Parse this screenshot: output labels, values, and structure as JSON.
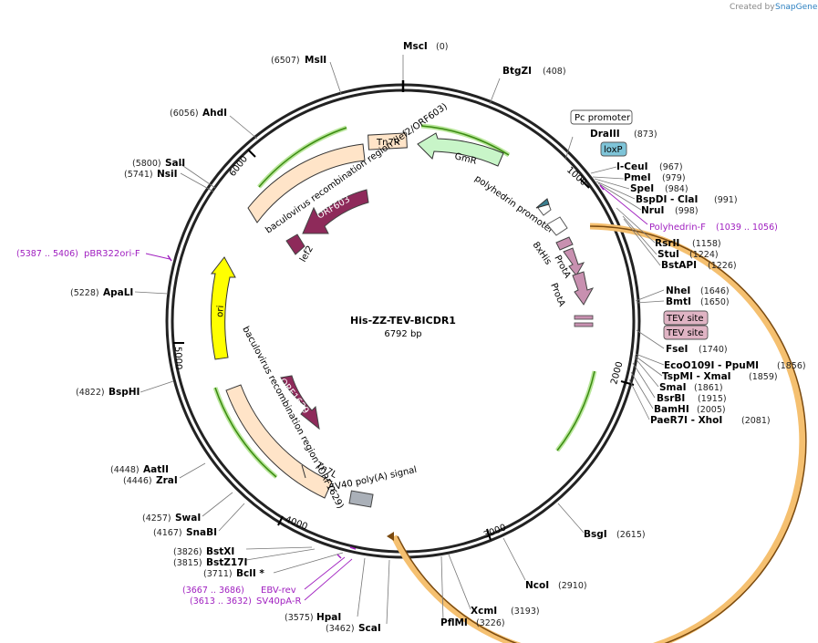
{
  "credit": {
    "text": "Created by",
    "brand": "SnapGene"
  },
  "plasmid": {
    "name": "His-ZZ-TEV-BICDR1",
    "size_label": "6792 bp",
    "length": 6792
  },
  "tick_labels": [
    "1000",
    "2000",
    "3000",
    "4000",
    "5000",
    "6000"
  ],
  "enzymes": [
    {
      "name": "MscI",
      "pos": "(0)"
    },
    {
      "name": "BtgZI",
      "pos": "(408)"
    },
    {
      "name": "DraIII",
      "pos": "(873)"
    },
    {
      "name": "I-CeuI",
      "pos": "(967)"
    },
    {
      "name": "PmeI",
      "pos": "(979)"
    },
    {
      "name": "SpeI",
      "pos": "(984)"
    },
    {
      "name": "BspDI - ClaI",
      "pos": "(991)"
    },
    {
      "name": "NruI",
      "pos": "(998)"
    },
    {
      "name": "RsrII",
      "pos": "(1158)"
    },
    {
      "name": "StuI",
      "pos": "(1224)"
    },
    {
      "name": "BstAPI",
      "pos": "(1226)"
    },
    {
      "name": "NheI",
      "pos": "(1646)"
    },
    {
      "name": "BmtI",
      "pos": "(1650)"
    },
    {
      "name": "FseI",
      "pos": "(1740)"
    },
    {
      "name": "EcoO109I - PpuMI",
      "pos": "(1856)"
    },
    {
      "name": "TspMI - XmaI",
      "pos": "(1859)"
    },
    {
      "name": "SmaI",
      "pos": "(1861)"
    },
    {
      "name": "BsrBI",
      "pos": "(1915)"
    },
    {
      "name": "BamHI",
      "pos": "(2005)"
    },
    {
      "name": "PaeR7I - XhoI",
      "pos": "(2081)"
    },
    {
      "name": "BsgI",
      "pos": "(2615)"
    },
    {
      "name": "NcoI",
      "pos": "(2910)"
    },
    {
      "name": "XcmI",
      "pos": "(3193)"
    },
    {
      "name": "PflMI",
      "pos": "(3226)"
    },
    {
      "name": "ScaI",
      "pos": "(3462)"
    },
    {
      "name": "HpaI",
      "pos": "(3575)"
    },
    {
      "name": "BclI *",
      "pos": "(3711)"
    },
    {
      "name": "BstZ17I",
      "pos": "(3815)"
    },
    {
      "name": "BstXI",
      "pos": "(3826)"
    },
    {
      "name": "SnaBI",
      "pos": "(4167)"
    },
    {
      "name": "SwaI",
      "pos": "(4257)"
    },
    {
      "name": "ZraI",
      "pos": "(4446)"
    },
    {
      "name": "AatII",
      "pos": "(4448)"
    },
    {
      "name": "BspHI",
      "pos": "(4822)"
    },
    {
      "name": "ApaLI",
      "pos": "(5228)"
    },
    {
      "name": "NsiI",
      "pos": "(5741)"
    },
    {
      "name": "SalI",
      "pos": "(5800)"
    },
    {
      "name": "AhdI",
      "pos": "(6056)"
    },
    {
      "name": "MslI",
      "pos": "(6507)"
    }
  ],
  "primers": [
    {
      "name": "Polyhedrin-F",
      "pos": "(1039 .. 1056)"
    },
    {
      "name": "pBR322ori-F",
      "pos": "(5387 .. 5406)"
    },
    {
      "name": "EBV-rev",
      "pos": "(3667 .. 3686)"
    },
    {
      "name": "SV40pA-R",
      "pos": "(3613 .. 3632)"
    }
  ],
  "boxed_labels": {
    "pc_promoter": "Pc promoter",
    "loxp": "loxP",
    "tev1": "TEV site",
    "tev2": "TEV site"
  },
  "features": {
    "tn7r": "Tn7R",
    "gmr": "GmR",
    "bac_region_top": "baculovirus recombination region (lef2/ORF603)",
    "orf603": "ORF603",
    "lef2": "lef2",
    "polyhedrin_promoter": "polyhedrin promoter",
    "his8": "8xHis",
    "prota1": "ProtA",
    "prota2": "ProtA",
    "ori": "ori",
    "orf1629": "ORF1629",
    "bac_region_bottom": "baculovirus recombination region (ORF1629)",
    "tn7l": "Tn7L",
    "sv40": "SV40 poly(A) signal"
  },
  "colors": {
    "backbone": "#222222",
    "orf": "#8e2a5a",
    "gmr": "#c8f5c8",
    "ori": "#ffff00",
    "recomb": "#ffe4c8",
    "prota": "#c890b0",
    "loxp": "#7ec4d8",
    "tev": "#e0b4c4",
    "primer": "#a020c0",
    "green_track": "#3a8a10",
    "orange_track": "#f5b040"
  }
}
